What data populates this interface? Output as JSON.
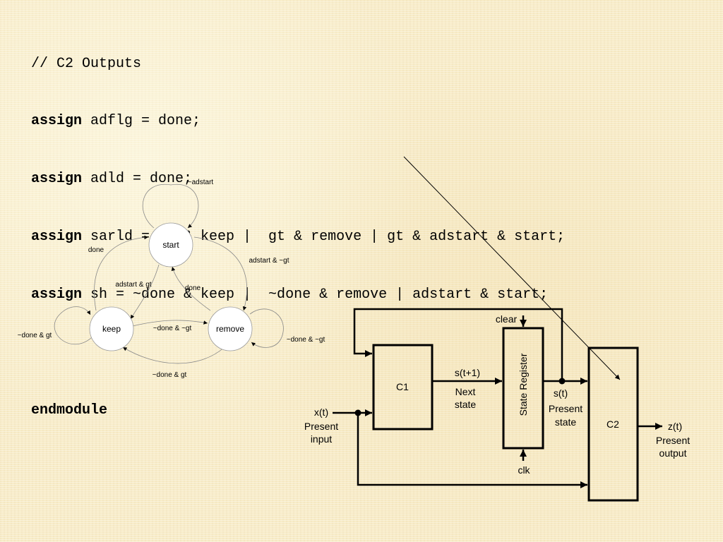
{
  "code": {
    "comment": "// C2 Outputs",
    "lines": [
      {
        "keyword": "assign",
        "text": " adflg = done;"
      },
      {
        "keyword": "assign",
        "text": " adld = done;"
      },
      {
        "keyword": "assign",
        "text": " sarld = gt & keep |  gt & remove | gt & adstart & start;"
      },
      {
        "keyword": "assign",
        "text": " sh = ~done & keep |  ~done & remove | adstart & start;"
      }
    ],
    "end": "endmodule"
  },
  "fsm": {
    "states": {
      "start": "start",
      "keep": "keep",
      "remove": "remove"
    },
    "transitions": {
      "start_self": "~adstart",
      "keep_to_start": "done",
      "start_to_remove": "adstart & ~gt",
      "start_to_keep": "adstart & gt",
      "remove_to_start": "done",
      "keep_self": "~done & gt",
      "keep_to_remove": "~done & ~gt",
      "remove_self": "~done & ~gt",
      "remove_to_keep": "~done & gt"
    }
  },
  "block": {
    "c1": "C1",
    "c2": "C2",
    "state_register": "State Register",
    "clear": "clear",
    "clk": "clk",
    "next_signal": "s(t+1)",
    "next_caption_1": "Next",
    "next_caption_2": "state",
    "present_signal": "s(t)",
    "present_caption_1": "Present",
    "present_caption_2": "state",
    "input_signal": "x(t)",
    "input_caption_1": "Present",
    "input_caption_2": "input",
    "output_signal": "z(t)",
    "output_caption_1": "Present",
    "output_caption_2": "output"
  }
}
